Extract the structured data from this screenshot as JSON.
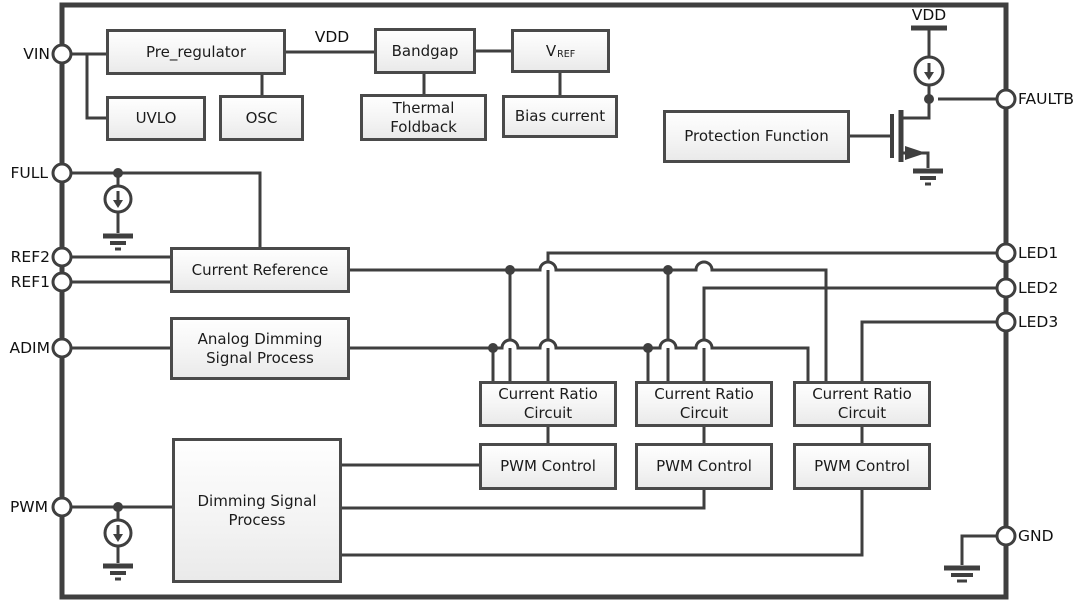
{
  "pins": {
    "vin": "VIN",
    "full": "FULL",
    "ref2": "REF2",
    "ref1": "REF1",
    "adim": "ADIM",
    "pwm": "PWM",
    "vdd_net": "VDD",
    "vdd_supply": "VDD",
    "faultb": "FAULTB",
    "led1": "LED1",
    "led2": "LED2",
    "led3": "LED3",
    "gnd": "GND"
  },
  "blocks": {
    "pre_regulator": "Pre_regulator",
    "uvlo": "UVLO",
    "osc": "OSC",
    "bandgap": "Bandgap",
    "vref_v": "V",
    "vref_sub": "REF",
    "thermal_foldback": "Thermal Foldback",
    "bias_current": "Bias current",
    "protection_function": "Protection Function",
    "current_reference": "Current Reference",
    "analog_dimming": "Analog Dimming Signal Process",
    "dimming_signal_process": "Dimming Signal Process",
    "current_ratio_1": "Current Ratio Circuit",
    "current_ratio_2": "Current Ratio Circuit",
    "current_ratio_3": "Current Ratio Circuit",
    "pwm_control_1": "PWM Control",
    "pwm_control_2": "PWM Control",
    "pwm_control_3": "PWM Control"
  },
  "icons": {
    "current_source": "circle-with-down-arrow",
    "ground": "three-bar-ground",
    "nmos": "n-channel-mosfet",
    "vdd_rail": "supply-bar",
    "pin": "open-circle-terminal",
    "junction": "filled-dot"
  },
  "colors": {
    "line": "#3f3f3f",
    "box_border": "#4a4a4a",
    "box_fill": "#f2f2f2",
    "text": "#111111",
    "background": "#ffffff"
  }
}
